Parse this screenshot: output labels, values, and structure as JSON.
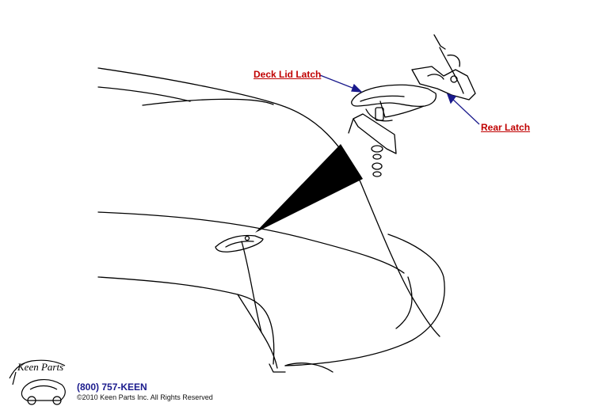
{
  "callouts": {
    "deck_lid_latch": "Deck Lid Latch",
    "rear_latch": "Rear Latch"
  },
  "footer": {
    "phone": "(800) 757-KEEN",
    "copyright": "©2010 Keen Parts Inc. All Rights Reserved",
    "logo_text": "Keen Parts"
  },
  "colors": {
    "link": "#c00000",
    "arrow": "#1a1a8c",
    "line": "#000000"
  }
}
